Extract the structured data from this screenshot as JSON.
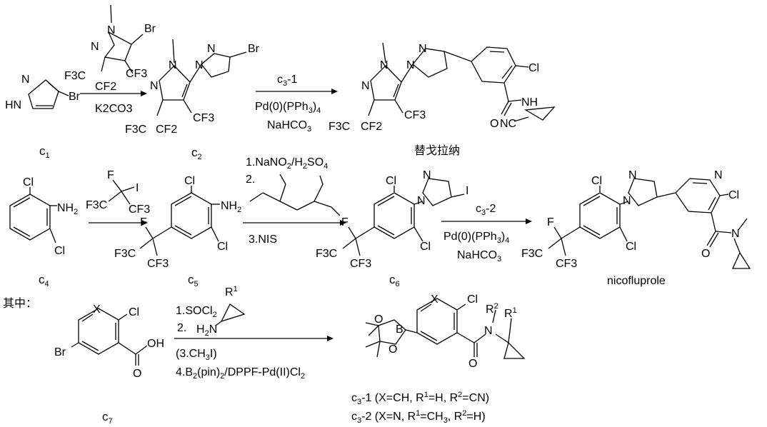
{
  "compounds": {
    "c1": {
      "id": "c1",
      "atoms": [
        "HN",
        "N",
        "Br"
      ]
    },
    "c2": {
      "id": "c2",
      "atoms": [
        "N",
        "N",
        "N",
        "N",
        "Br",
        "CF3",
        "F3C",
        "CF2"
      ]
    },
    "c3_reagent": {
      "atoms": [
        "N",
        "N",
        "Br",
        "CF3",
        "F3C",
        "CF2"
      ]
    },
    "tegoprazan_like": {
      "label": "替戈拉纳",
      "atoms": [
        "N",
        "N",
        "N",
        "N",
        "Cl",
        "O",
        "NH",
        "NC",
        "CF3",
        "F3C",
        "CF2"
      ]
    },
    "c4": {
      "id": "c4",
      "atoms": [
        "Cl",
        "NH2",
        "Cl"
      ]
    },
    "c5": {
      "id": "c5",
      "atoms": [
        "Cl",
        "NH2",
        "Cl",
        "F",
        "F3C",
        "CF3"
      ]
    },
    "c6": {
      "id": "c6",
      "atoms": [
        "Cl",
        "N",
        "N",
        "I",
        "Cl",
        "F",
        "F3C",
        "CF3"
      ]
    },
    "nicofluprole": {
      "label": "nicofluprole",
      "atoms": [
        "Cl",
        "N",
        "N",
        "N",
        "Cl",
        "Cl",
        "O",
        "N",
        "F",
        "F3C",
        "CF3"
      ]
    },
    "c7": {
      "id": "c7",
      "atoms": [
        "X",
        "Cl",
        "Br",
        "OH",
        "O"
      ]
    },
    "c3_product": {
      "atoms": [
        "X",
        "Cl",
        "R2",
        "R1",
        "N",
        "O",
        "B",
        "O",
        "O"
      ]
    }
  },
  "reagents": {
    "step1": [
      "K2CO3"
    ],
    "step1_reagent_labels": [
      "F3C",
      "CF2"
    ],
    "step2": [
      "c3-1",
      "Pd(0)(PPh3)4",
      "NaHCO3"
    ],
    "step3_reagent": [
      "F",
      "I",
      "F3C",
      "CF3"
    ],
    "step4": [
      "1.NaNO2/H2SO4",
      "2.",
      "3.NIS"
    ],
    "step5": [
      "c3-2",
      "Pd(0)(PPh3)4",
      "NaHCO3"
    ],
    "step6": [
      "1.SOCl2",
      "2.",
      "H2N",
      "R1",
      "(3.CH3I)",
      "4.B2(pin)2/DPPF-Pd(II)Cl2"
    ]
  },
  "labels": {
    "qizhong": "其中：",
    "c3_1_def": "c3-1 (X=CH, R1=H, R2=CN)",
    "c3_2_def": "c3-2 (X=N, R1=CH3, R2=H)"
  }
}
